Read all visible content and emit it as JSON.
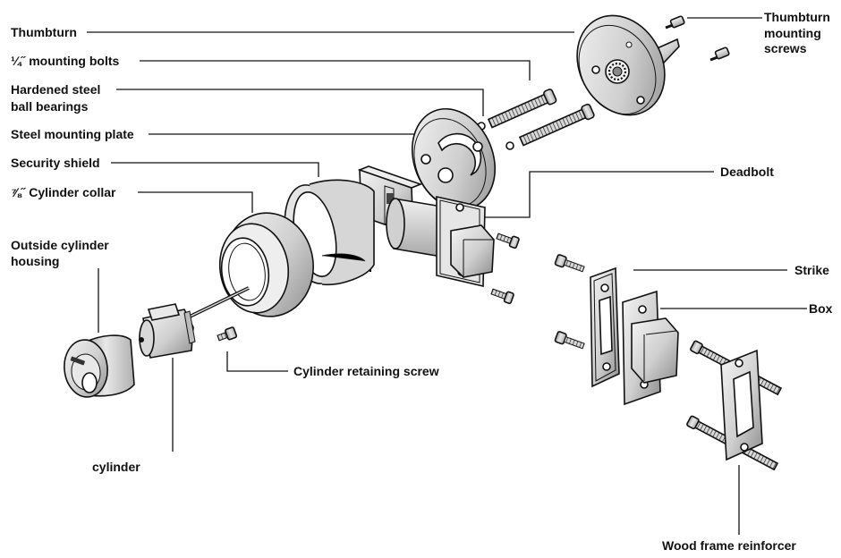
{
  "labels": {
    "thumbturn": "Thumbturn",
    "mounting_bolts": "¼˝ mounting bolts",
    "ball_bearings_1": "Hardened steel",
    "ball_bearings_2": "ball bearings",
    "mounting_plate": "Steel mounting plate",
    "security_shield": "Security shield",
    "cylinder_collar": "⅞˝ Cylinder collar",
    "outside_housing_1": "Outside cylinder",
    "outside_housing_2": "housing",
    "cylinder": "cylinder",
    "retaining_screw": "Cylinder retaining screw",
    "thumbturn_screws_1": "Thumbturn",
    "thumbturn_screws_2": "mounting",
    "thumbturn_screws_3": "screws",
    "deadbolt": "Deadbolt",
    "strike": "Strike",
    "box": "Box",
    "wood_frame": "Wood frame reinforcer"
  },
  "colors": {
    "ink": "#111111",
    "metal_light": "#e6e6e6",
    "metal_mid": "#c4c4c4",
    "metal_dark": "#8e8e8e",
    "paper": "#ffffff"
  }
}
